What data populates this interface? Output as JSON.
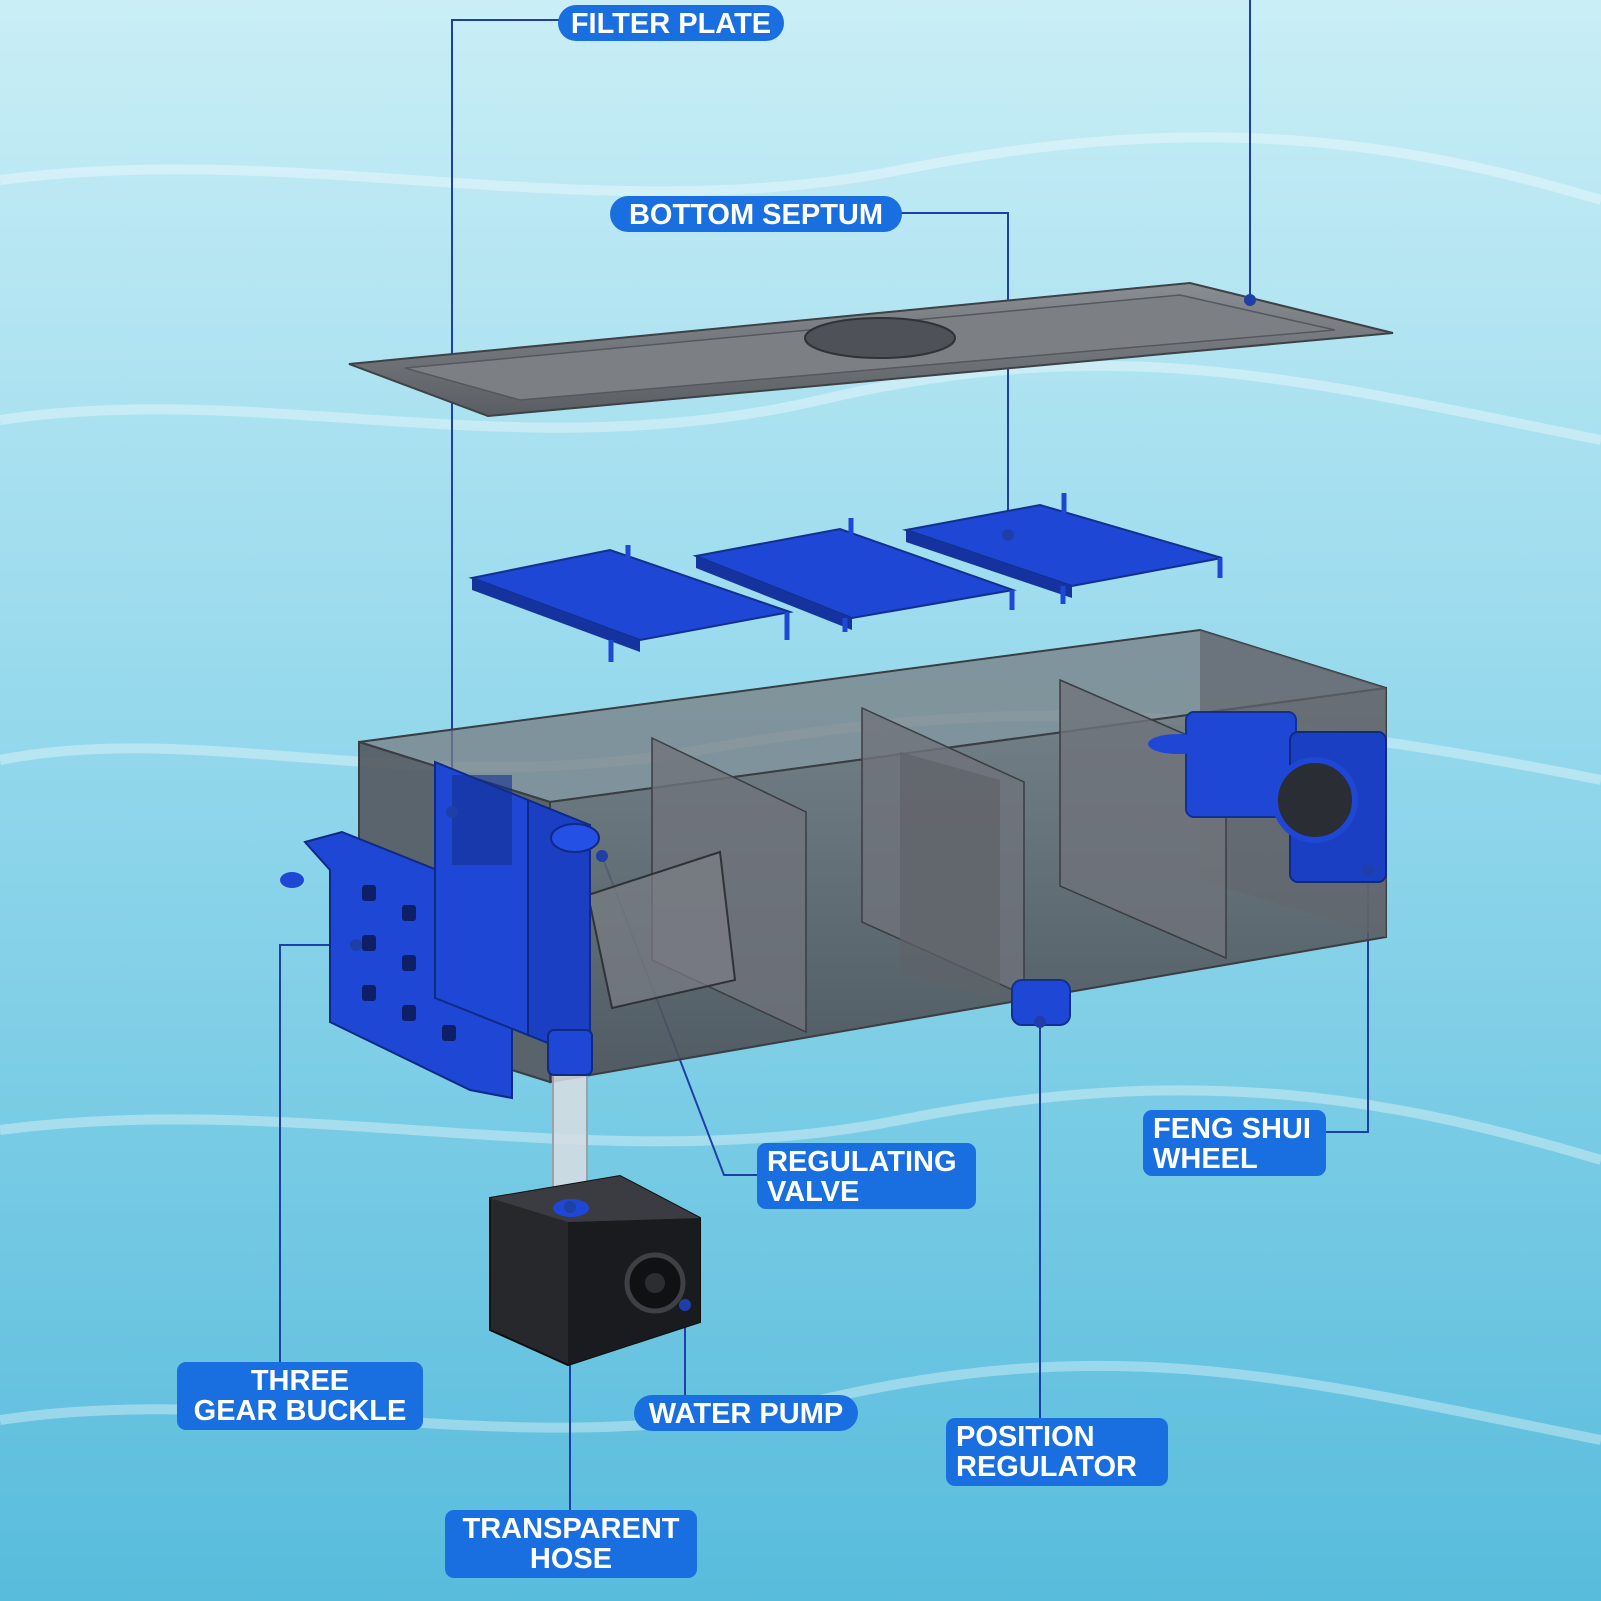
{
  "labels": {
    "filter_plate": "FILTER PLATE",
    "bottom_septum": "BOTTOM SEPTUM",
    "regulating_valve": [
      "REGULATING",
      "VALVE"
    ],
    "feng_shui_wheel": [
      "FENG SHUI",
      "WHEEL"
    ],
    "three_gear_buckle": [
      "THREE",
      "GEAR BUCKLE"
    ],
    "water_pump": "WATER PUMP",
    "position_regulator": [
      "POSITION",
      "REGULATOR"
    ],
    "transparent_hose": [
      "TRANSPARENT",
      "HOSE"
    ]
  },
  "colors": {
    "label_bg": "#1a6fe0",
    "leader_line": "#1f3fa8",
    "water_light": "#c9eef6",
    "water_dark": "#58bcdc",
    "part_blue": "#1f47d6",
    "tank_gray": "#5d6168"
  }
}
